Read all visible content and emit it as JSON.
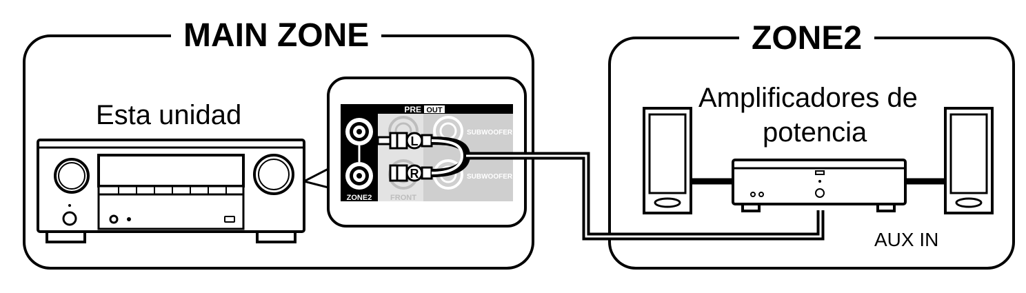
{
  "main_zone": {
    "title": "MAIN ZONE",
    "device_label": "Esta unidad",
    "panel": {
      "header_left": "PRE",
      "header_right": "OUT",
      "zone2_label": "ZONE2",
      "front_label": "FRONT",
      "subwoofer1_label": "SUBWOOFER 1",
      "subwoofer2_label": "SUBWOOFER 2",
      "left_plug": "L",
      "right_plug": "R"
    }
  },
  "zone2": {
    "title": "ZONE2",
    "amp_label_line1": "Amplificadores de",
    "amp_label_line2": "potencia",
    "input_label": "AUX IN"
  }
}
